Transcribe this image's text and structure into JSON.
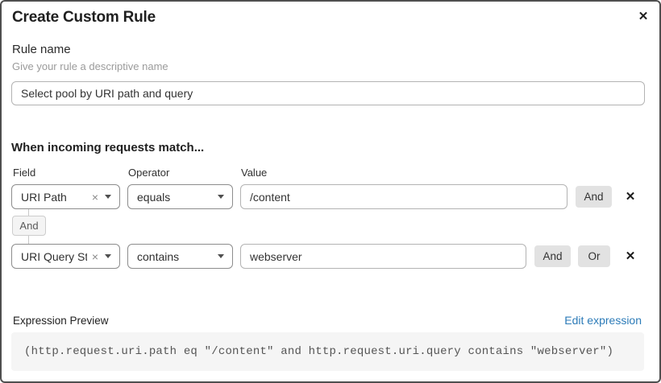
{
  "dialog": {
    "title": "Create Custom Rule"
  },
  "icons": {
    "close": "✕",
    "clear": "×",
    "remove": "✕",
    "caret": "▼"
  },
  "rule_name": {
    "label": "Rule name",
    "helper": "Give your rule a descriptive name",
    "value": "Select pool by URI path and query"
  },
  "match": {
    "heading": "When incoming requests match...",
    "labels": {
      "field": "Field",
      "operator": "Operator",
      "value": "Value"
    },
    "rows": [
      {
        "field": "URI Path",
        "operator": "equals",
        "value": "/content",
        "and_label": "And"
      },
      {
        "field": "URI Query St...",
        "operator": "contains",
        "value": "webserver",
        "and_label": "And",
        "or_label": "Or"
      }
    ],
    "connector": "And"
  },
  "expression": {
    "label": "Expression Preview",
    "edit_link": "Edit expression",
    "code": "(http.request.uri.path eq \"/content\" and http.request.uri.query contains \"webserver\")"
  },
  "colors": {
    "link_blue": "#2c7bb8",
    "button_gray": "#e2e2e2",
    "code_background": "#f5f5f5",
    "dialog_border": "#4f4f4f"
  }
}
